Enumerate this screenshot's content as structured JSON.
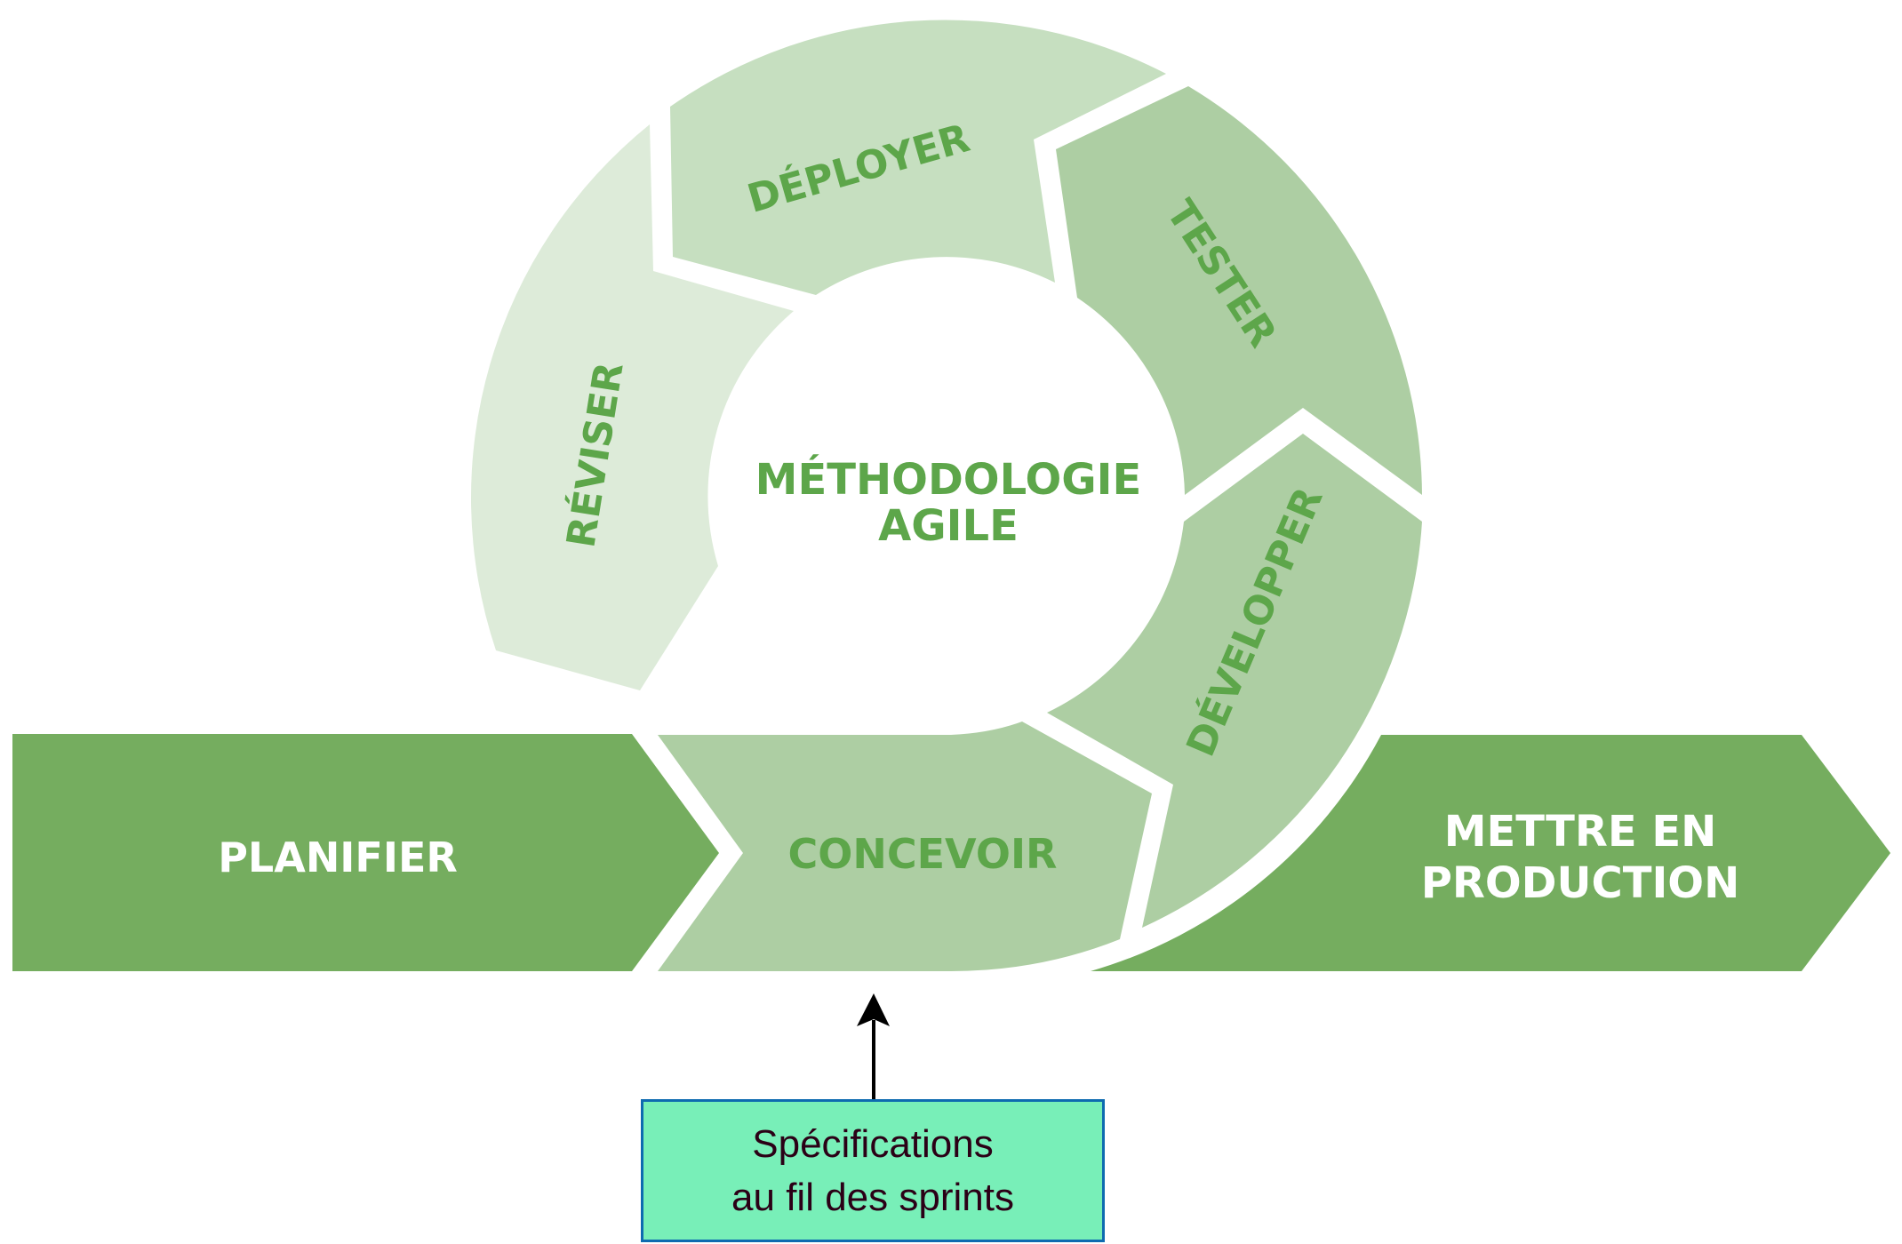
{
  "diagram": {
    "center_title": [
      "MÉTHODOLOGIE",
      "AGILE"
    ],
    "phases": {
      "planifier": "PLANIFIER",
      "concevoir": "CONCEVOIR",
      "developper": "DÉVELOPPER",
      "tester": "TESTER",
      "deployer": "DÉPLOYER",
      "reviser": "RÉVISER",
      "mettre_en_production": [
        "METTRE EN",
        "PRODUCTION"
      ]
    },
    "colors": {
      "dark_green": "#75AD5F",
      "mid_green": "#ADCEA3",
      "light_green": "#C6DFC0",
      "lightest_green": "#DDEBD9",
      "label_green": "#5DA64A",
      "white_label": "#FFFFFF",
      "annotation_fill": "#78EFB8",
      "annotation_border": "#0E6BB0",
      "annotation_text": "#2B0016",
      "arrow": "#000000"
    }
  },
  "annotation": {
    "lines": [
      "Spécifications",
      "au fil des sprints"
    ]
  }
}
